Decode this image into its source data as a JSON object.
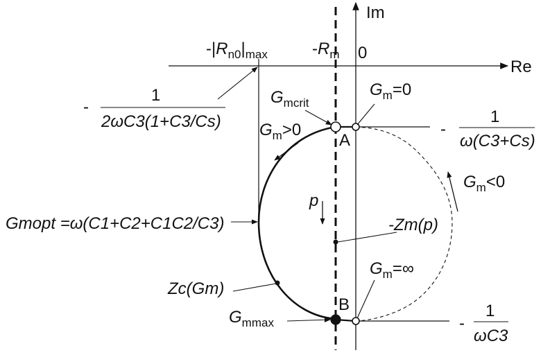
{
  "axes": {
    "re": "Re",
    "im": "Im",
    "origin": "0"
  },
  "labels": {
    "rn0_prefix": "-|",
    "rn0_R": "R",
    "rn0_sub": "n0",
    "rn0_bar": "|",
    "rn0_max": "max",
    "rm_prefix": "-",
    "rm_R": "R",
    "rm_sub": "m",
    "left_frac_minus": "-",
    "left_frac_num": "1",
    "left_frac_den": "2ωC3(1+C3/Cs)",
    "gmcrit_G": "G",
    "gmcrit_sub": "mcrit",
    "gm0_G": "G",
    "gm0_sub": "m",
    "gm0_tail": "=0",
    "gmpos_G": "G",
    "gmpos_sub": "m",
    "gmpos_tail": ">0",
    "right_top_minus": "-",
    "right_top_num": "1",
    "right_top_den": "ω(C3+Cs)",
    "point_A": "A",
    "gmneg_G": "G",
    "gmneg_sub": "m",
    "gmneg_tail": "<0",
    "p_label": "p",
    "zm_label": "-Zm(p)",
    "gmopt": "Gmopt =ω(C1+C2+C1C2/C3)",
    "zc_label": "Zc(Gm)",
    "gminf_G": "G",
    "gminf_sub": "m",
    "gminf_tail": "=∞",
    "point_B": "B",
    "gmmax_G": "G",
    "gmmax_sub": "mmax",
    "right_bot_minus": "-",
    "right_bot_num": "1",
    "right_bot_den": "ωC3"
  }
}
